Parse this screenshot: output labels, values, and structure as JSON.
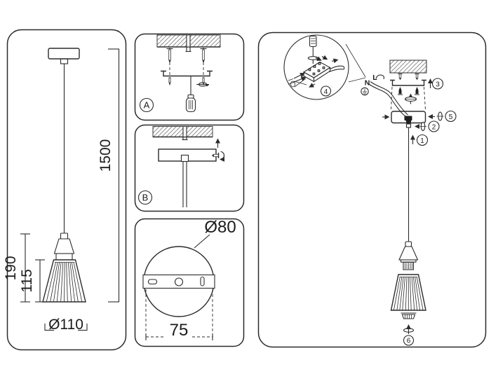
{
  "colors": {
    "line": "#2b2b2b",
    "text": "#1b1b1b",
    "hatch": "#8f8f8f",
    "background": "#ffffff"
  },
  "left_panel": {
    "dim_cord_length": "1500",
    "dim_fixture_height": "190",
    "dim_shade_height": "115",
    "dim_shade_diameter": "Ø110"
  },
  "panel_a": {
    "label": "A"
  },
  "panel_b": {
    "label": "B"
  },
  "canopy_panel": {
    "dim_canopy_diameter": "Ø80",
    "dim_mount_spacing": "75"
  },
  "assembly_panel": {
    "wire_neutral": "N",
    "wire_live": "L",
    "steps": {
      "s1": "1",
      "s2": "2",
      "s3": "3",
      "s4": "4",
      "s5": "5",
      "s6": "6"
    }
  }
}
